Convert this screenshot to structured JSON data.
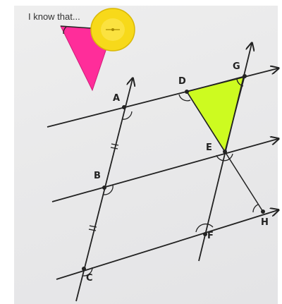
{
  "note": {
    "caption": "I know that..."
  },
  "colors": {
    "highlight_triangle": "#cdfb20",
    "note_triangle": "#ff2d9a",
    "pin": "#f7d91a",
    "ink": "#222222",
    "paper": "#e9e9ea"
  },
  "points": {
    "A": "A",
    "B": "B",
    "C": "C",
    "D": "D",
    "E": "E",
    "F": "F",
    "G": "G",
    "H": "H"
  },
  "icons": {
    "pin": "push-pin-icon"
  }
}
